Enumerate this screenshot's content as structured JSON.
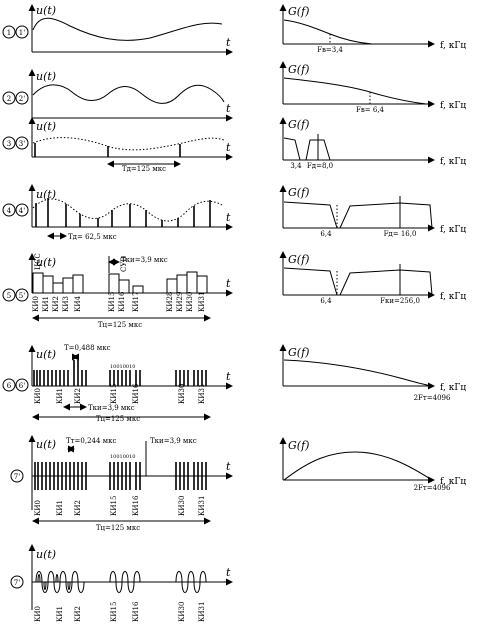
{
  "labels": {
    "u_axis": "u(t)",
    "t_axis": "t",
    "g_axis": "G(f)",
    "f_axis": "f, кГц"
  },
  "rows": [
    {
      "id": "r1",
      "marker": "1",
      "marker_prime": "1'",
      "spec_note": "Fв=3,4"
    },
    {
      "id": "r2",
      "marker": "2",
      "marker_prime": "2'",
      "spec_note": "Fв= 6,4"
    },
    {
      "id": "r3",
      "marker": "3",
      "marker_prime": "3'",
      "period": "Tд=125 мкс",
      "spec_notes": [
        "3,4",
        "Fд=8,0"
      ]
    },
    {
      "id": "r4",
      "marker": "4",
      "marker_prime": "4'",
      "period": "Tд= 62,5 мкс",
      "spec_notes": [
        "6,4",
        "Fд= 16,0"
      ]
    },
    {
      "id": "r5",
      "marker": "5",
      "marker_prime": "5'",
      "ki_span": "Tки=3,9 мкс",
      "frame": "Tц=125 мкс",
      "spec_notes": [
        "6,4",
        "Fки=256,0"
      ],
      "channels": [
        "КИ0",
        "КИ1",
        "КИ2",
        "КИ3",
        "КИ4",
        "КИ15",
        "КИ16",
        "КИ17",
        "КИ28",
        "КИ29",
        "КИ30",
        "КИ31"
      ],
      "group_labels": [
        "ЦСС",
        "СУВ"
      ]
    },
    {
      "id": "r6",
      "marker": "6",
      "marker_prime": "6'",
      "bit": "T=0,488 мкс",
      "ki_span": "Tки=3,9 мкс",
      "frame": "Tц=125 мкс",
      "spec_note": "2Fт=4096",
      "code": "10010010",
      "channels": [
        "КИ0",
        "КИ1",
        "КИ2",
        "КИ15",
        "КИ16",
        "КИ30",
        "КИ31"
      ]
    },
    {
      "id": "r7",
      "marker": "7'",
      "bit": "Tт=0,244 мкс",
      "ki_span": "Tки=3,9 мкс",
      "frame": "Tц=125 мкс",
      "spec_note": "2Fт=4096",
      "code": "10010010",
      "channels": [
        "КИ0",
        "КИ1",
        "КИ2",
        "КИ15",
        "КИ16",
        "КИ30",
        "КИ31"
      ]
    },
    {
      "id": "r8",
      "marker": "7'",
      "channels": [
        "КИ0",
        "КИ1",
        "КИ2",
        "КИ15",
        "КИ16",
        "КИ30",
        "КИ31"
      ]
    }
  ]
}
